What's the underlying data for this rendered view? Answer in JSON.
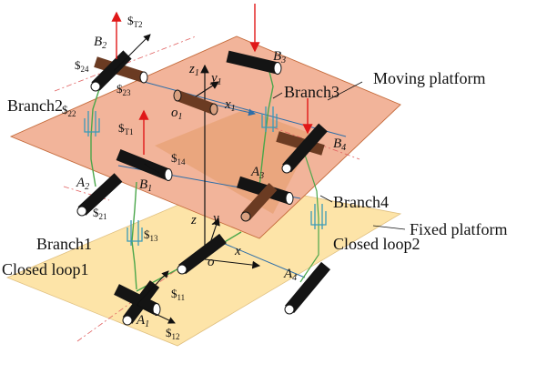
{
  "colors": {
    "moving_platform": "#f2b49a",
    "moving_platform_dark": "#e49a68",
    "fixed_platform": "#fde4a8",
    "joint_black": "#141414",
    "joint_brown": "#6b3b22",
    "green_branch": "#4aa64a",
    "red_force": "#e01818",
    "blue_axis": "#2d6ea8",
    "cyan_prismatic": "#3a9ab8"
  },
  "labels": {
    "moving_platform": "Moving platform",
    "fixed_platform": "Fixed platform",
    "branch1": "Branch1",
    "branch2": "Branch2",
    "branch3": "Branch3",
    "branch4": "Branch4",
    "closed_loop1": "Closed loop1",
    "closed_loop2": "Closed loop2"
  },
  "points": {
    "A1": "A",
    "A1_sub": "1",
    "A2": "A",
    "A2_sub": "2",
    "A3": "A",
    "A3_sub": "3",
    "A4": "A",
    "A4_sub": "4",
    "B1": "B",
    "B1_sub": "1",
    "B2": "B",
    "B2_sub": "2",
    "B3": "B",
    "B3_sub": "3",
    "B4": "B",
    "B4_sub": "4",
    "o": "o",
    "o1": "o",
    "o1_sub": "1"
  },
  "axes": {
    "x": "x",
    "y": "y",
    "z": "z",
    "x1": "x",
    "x1_sub": "1",
    "y1": "y",
    "y1_sub": "1",
    "z1": "z",
    "z1_sub": "1"
  },
  "screws": {
    "sym": "$",
    "s11": "11",
    "s12": "12",
    "s13": "13",
    "s14": "14",
    "s21": "21",
    "s22": "22",
    "s23": "23",
    "s24": "24",
    "sT1": "T1",
    "sT2": "T2"
  }
}
